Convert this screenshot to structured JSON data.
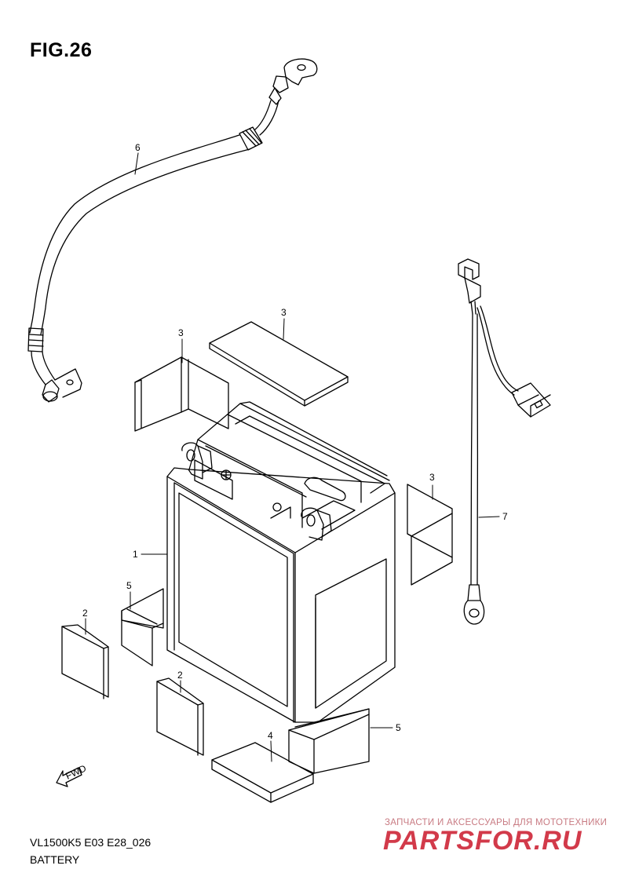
{
  "figure": {
    "title": "FIG.26",
    "code": "VL1500K5 E03 E28_026",
    "name": "BATTERY"
  },
  "parts": [
    {
      "ref": "1"
    },
    {
      "ref": "2"
    },
    {
      "ref": "2"
    },
    {
      "ref": "3"
    },
    {
      "ref": "3"
    },
    {
      "ref": "3"
    },
    {
      "ref": "4"
    },
    {
      "ref": "5"
    },
    {
      "ref": "5"
    },
    {
      "ref": "6"
    },
    {
      "ref": "7"
    }
  ],
  "direction_marker": {
    "label": "FWD"
  },
  "watermark": {
    "tagline": "ЗАПЧАСТИ И АКСЕССУАРЫ ДЛЯ МОТОТЕХНИКИ",
    "logo": "PARTSFOR.RU",
    "color": "#d23a4a"
  },
  "colors": {
    "line": "#000000",
    "background": "#ffffff"
  }
}
